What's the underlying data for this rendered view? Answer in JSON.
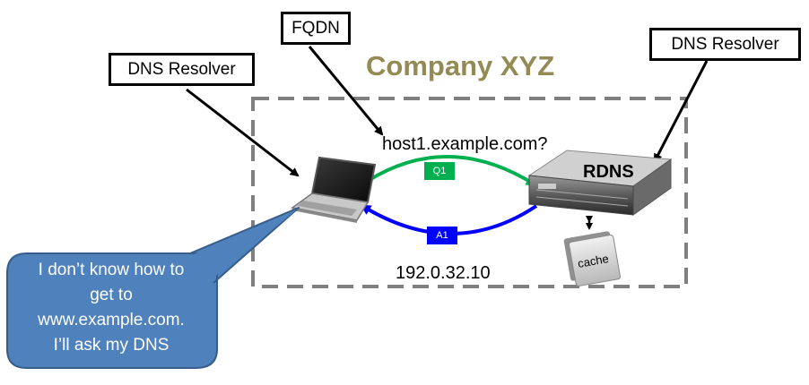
{
  "labels": {
    "fqdn": "FQDN",
    "dns_resolver_left": "DNS Resolver",
    "dns_resolver_right": "DNS Resolver"
  },
  "company": "Company XYZ",
  "query": {
    "hostname": "host1.example.com?",
    "tag": "Q1",
    "color": "#00b050"
  },
  "answer": {
    "ip": "192.0.32.10",
    "tag": "A1",
    "color": "#0000ff"
  },
  "server": {
    "name": "RDNS",
    "cache_label": "cache"
  },
  "bubble": {
    "lines": [
      "I don’t know how to",
      "get to",
      "www.example.com.",
      "I’ll ask my DNS"
    ],
    "color": "#4f81bd"
  },
  "icons": [
    "laptop-icon",
    "server-icon",
    "cache-folder-icon"
  ]
}
